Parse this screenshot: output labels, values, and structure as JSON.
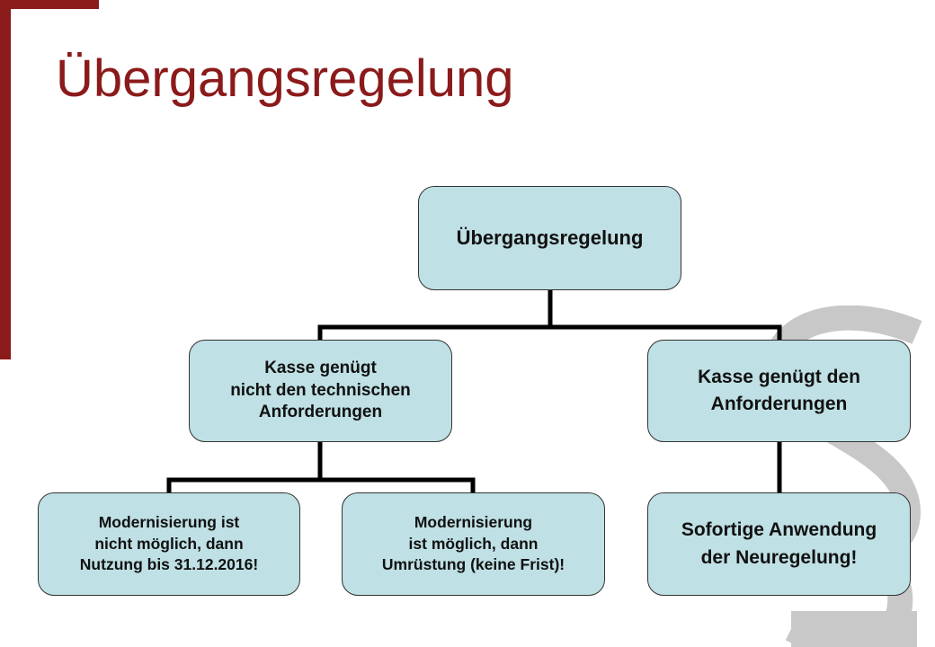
{
  "slide": {
    "title": "Übergangsregelung",
    "accent_color": "#8b1a1a",
    "node_fill": "#bfe0e4"
  },
  "diagram": {
    "root": "Übergangsregelung",
    "left": "Kasse genügt\nnicht den technischen\nAnforderungen",
    "right": "Kasse genügt den\nAnforderungen",
    "left_left": "Modernisierung ist\nnicht möglich, dann\nNutzung bis 31.12.2016!",
    "left_right": "Modernisierung\nist möglich, dann\nUmrüstung (keine Frist)!",
    "right_child": "Sofortige Anwendung\nder Neuregelung!"
  }
}
